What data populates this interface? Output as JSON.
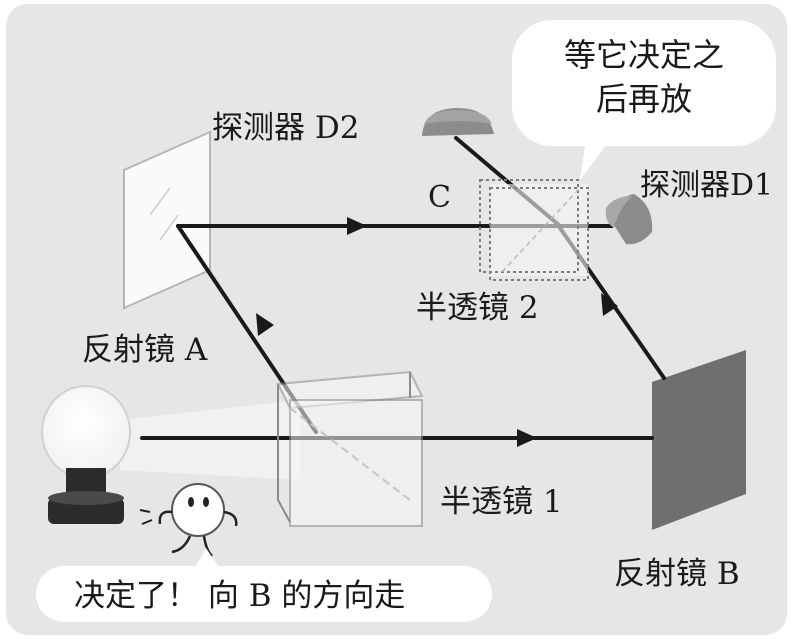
{
  "labels": {
    "detector_d2": "探测器 D2",
    "detector_d1": "探测器D1",
    "point_c": "C",
    "beam_splitter_2": "半透镜 2",
    "mirror_a": "反射镜 A",
    "beam_splitter_1": "半透镜 1",
    "mirror_b": "反射镜 B"
  },
  "bubbles": {
    "top_line1": "等它决定之",
    "top_line2": "后再放",
    "bottom": "决定了！ 向 B 的方向走"
  },
  "colors": {
    "background": "#e6e6e6",
    "beam": "#1a1a1a",
    "mirror_b": "#6f6f6f",
    "detector": "#8c8c8c",
    "bubble": "#ffffff"
  }
}
